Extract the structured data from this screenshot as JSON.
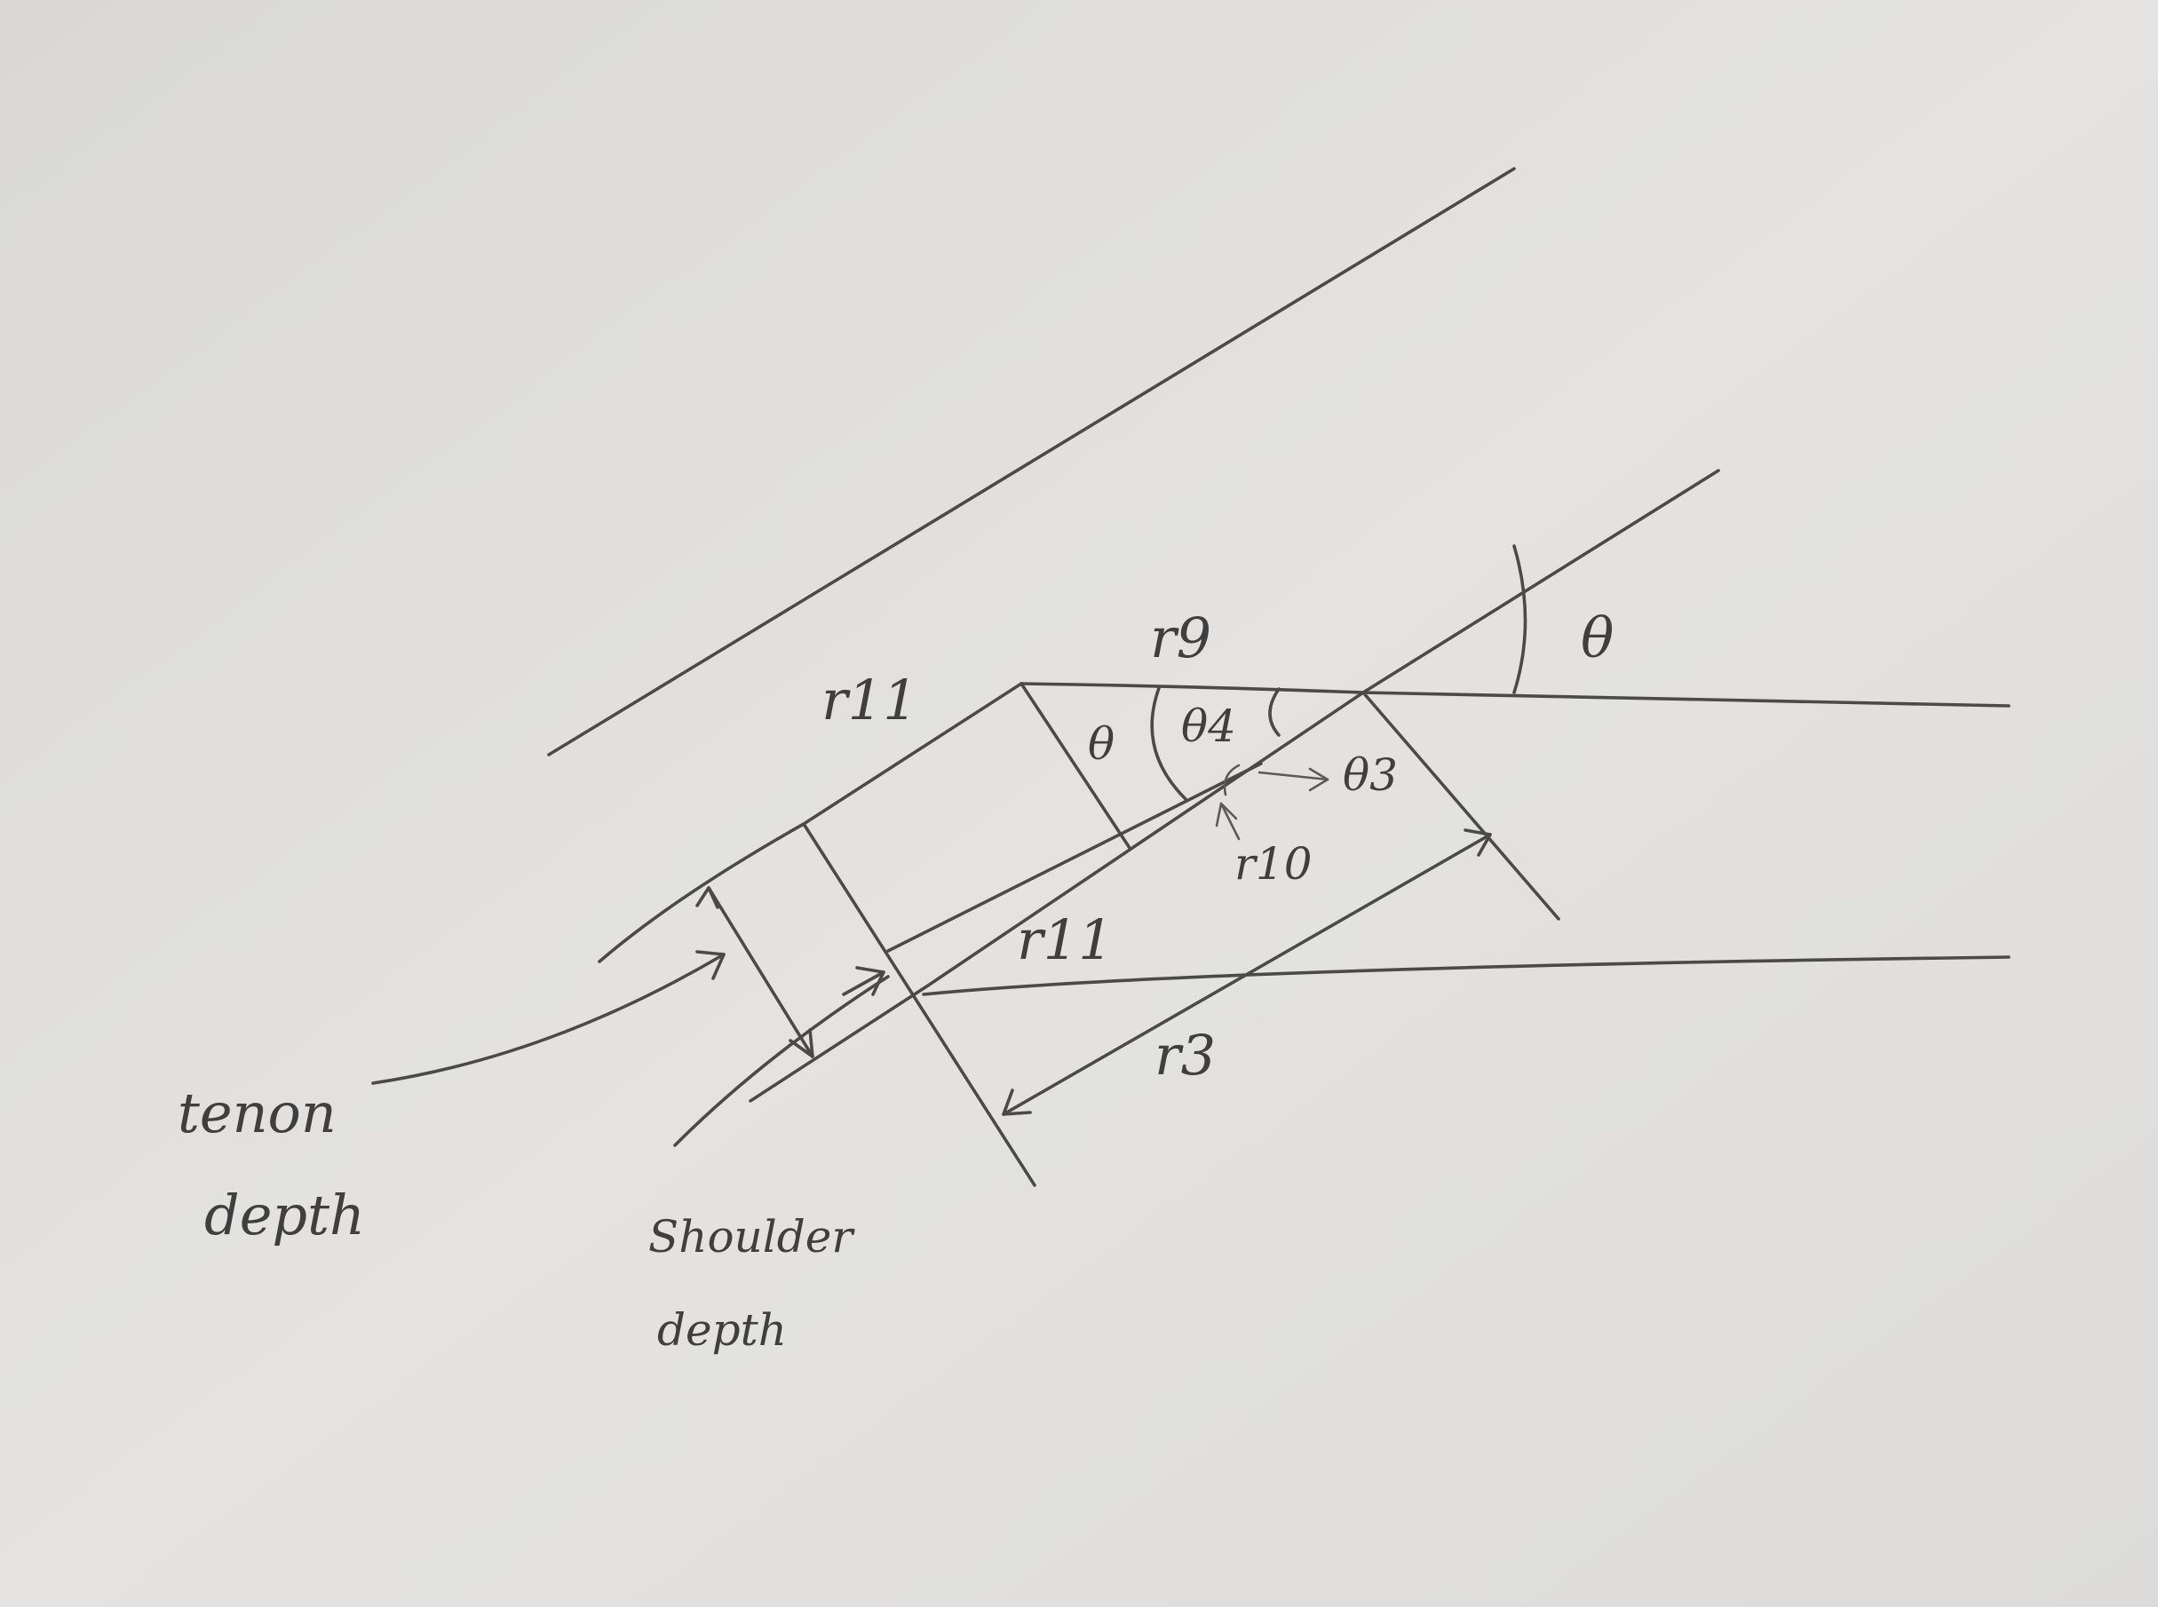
{
  "diagram": {
    "labels": {
      "r9": "r9",
      "theta_right": "θ",
      "theta_left": "θ",
      "theta4": "θ4",
      "theta3": "θ3",
      "r10": "r10",
      "r11_upper": "r11",
      "r11_lower": "r11",
      "r3": "r3",
      "tenon_depth_line1": "tenon",
      "tenon_depth_line2": "depth",
      "shoulder_depth_line1": "Shoulder",
      "shoulder_depth_line2": "depth"
    }
  }
}
